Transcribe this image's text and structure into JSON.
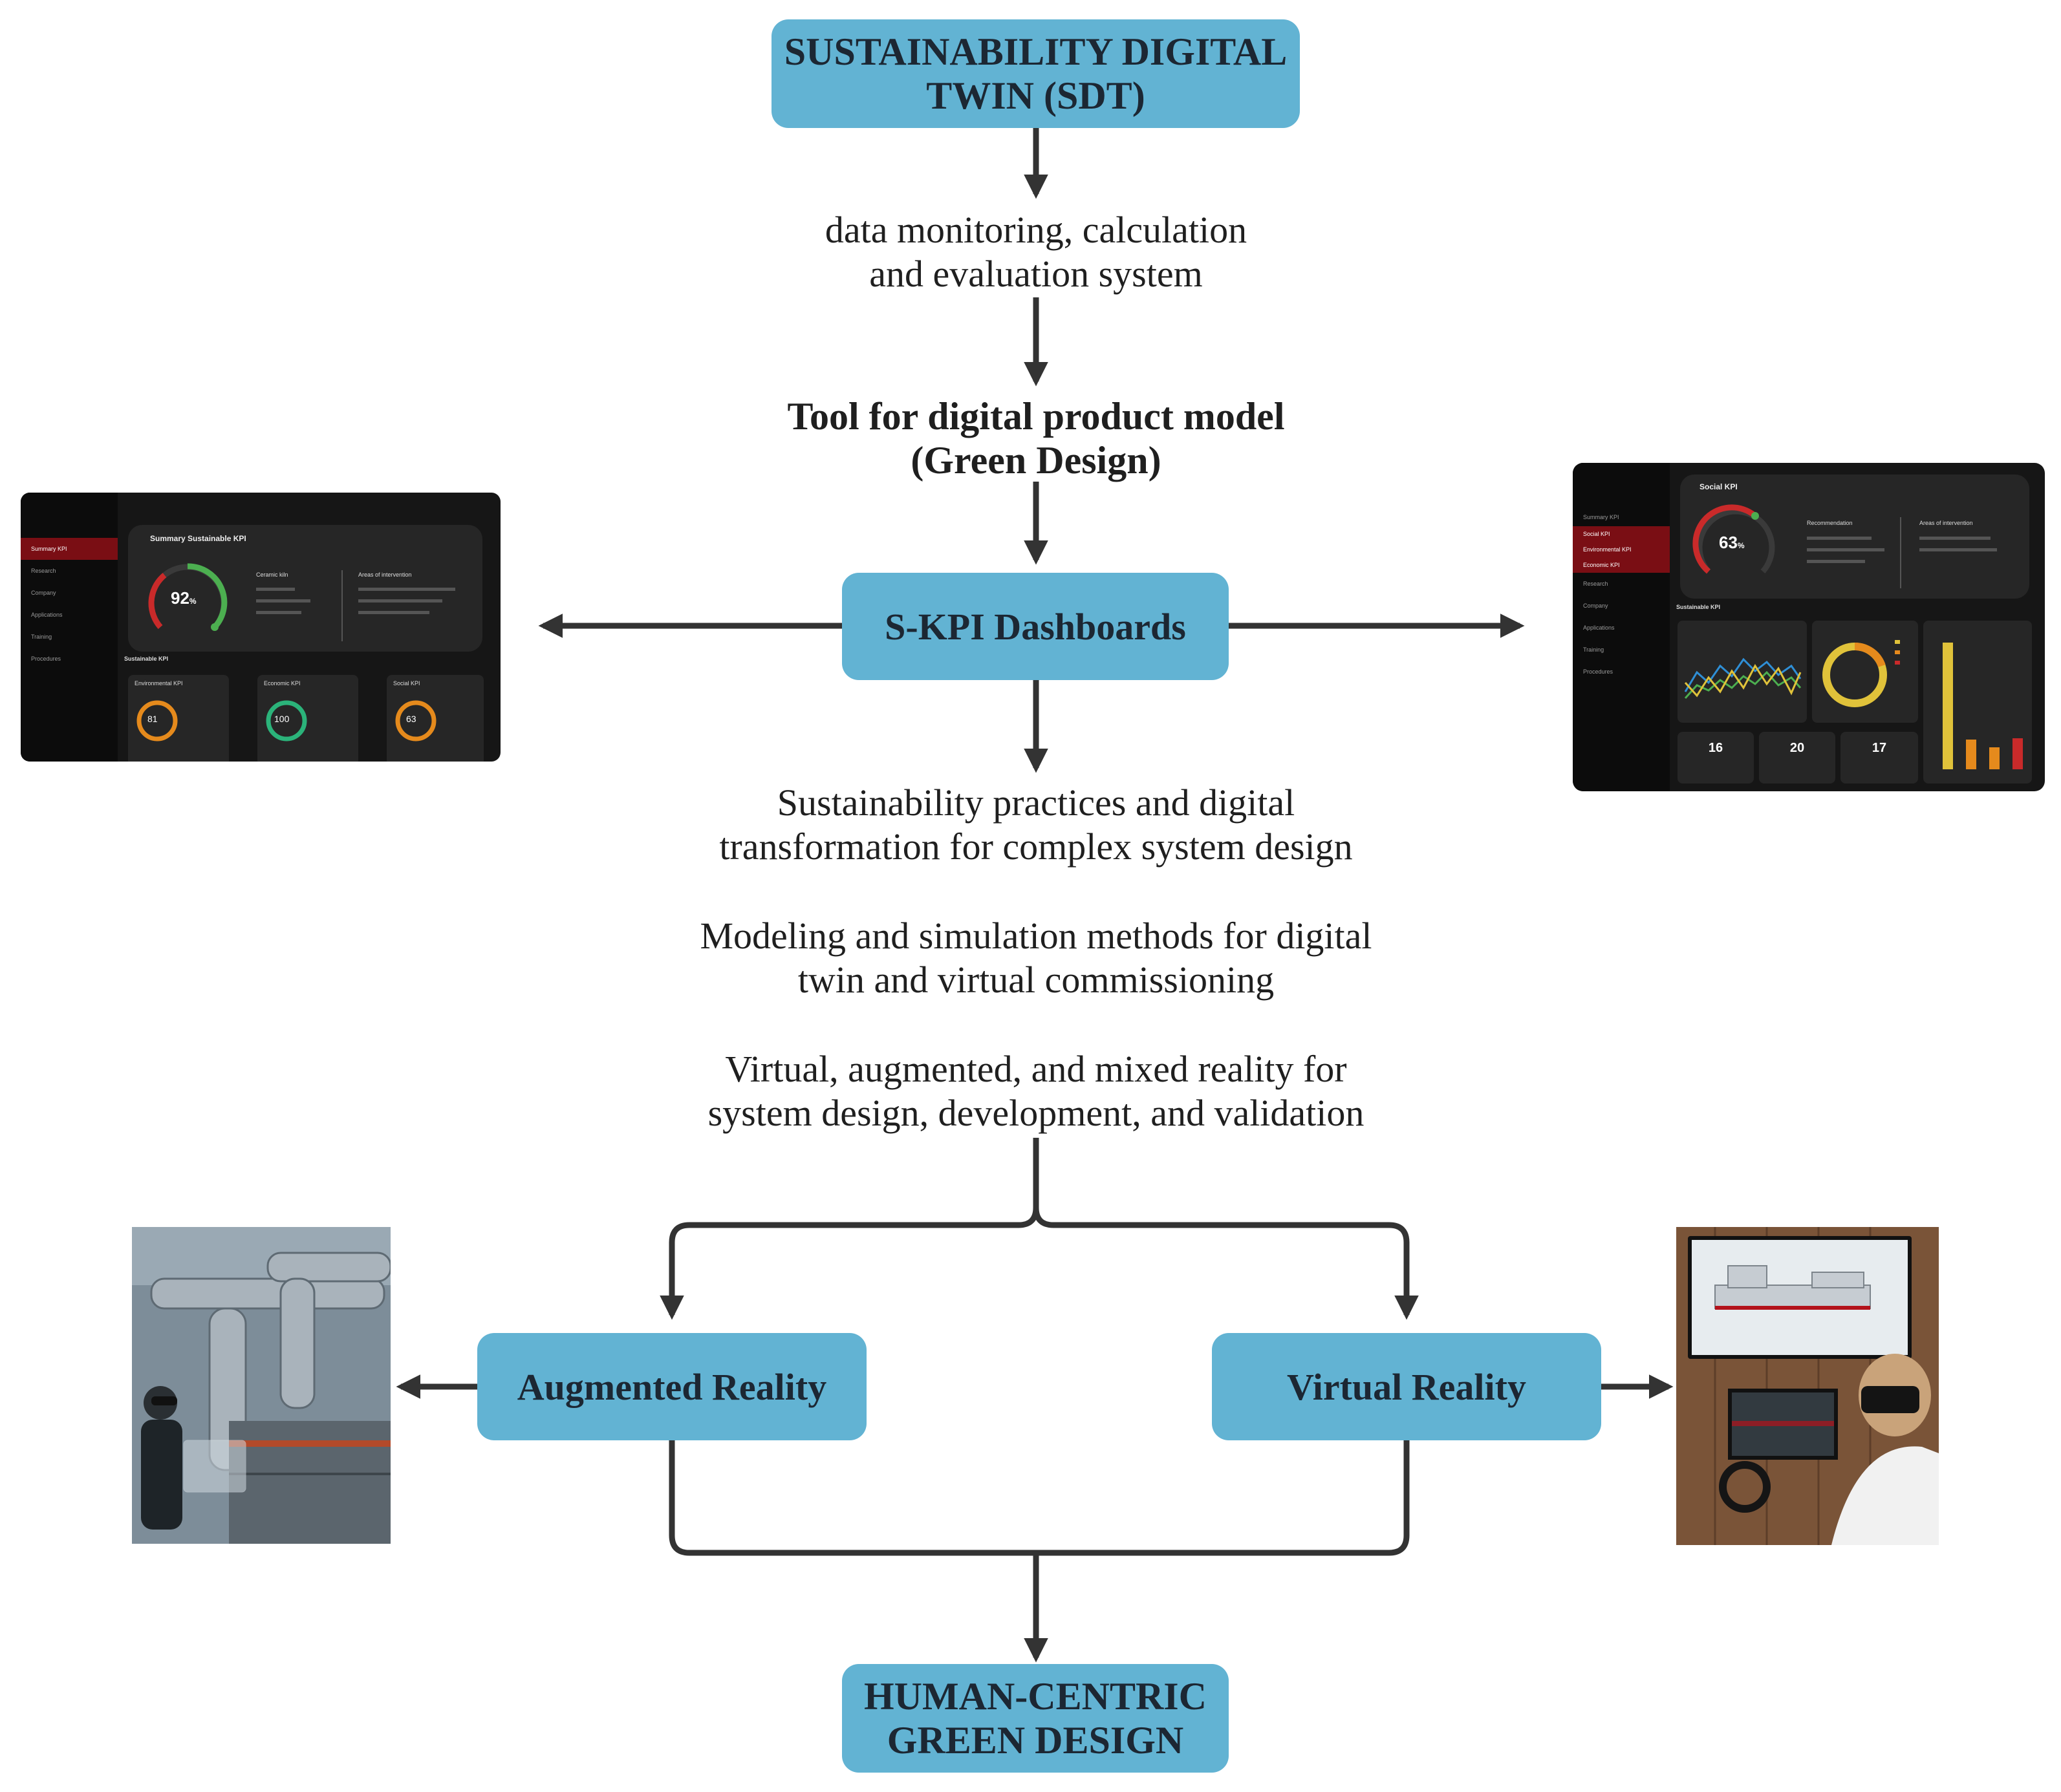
{
  "nodes": {
    "sdt": [
      "SUSTAINABILITY DIGITAL",
      "TWIN (SDT)"
    ],
    "dashboards": "S-KPI Dashboards",
    "ar": "Augmented Reality",
    "vr": "Virtual Reality",
    "hcgd": [
      "HUMAN-CENTRIC",
      "GREEN DESIGN"
    ]
  },
  "captions": {
    "monitoring": [
      "data monitoring, calculation",
      "and evaluation system"
    ],
    "tool": [
      "Tool for digital product model",
      "(Green Design)"
    ],
    "practices": [
      "Sustainability practices and digital",
      "transformation for complex system design"
    ],
    "modeling": [
      "Modeling and simulation methods for digital",
      "twin and virtual commissioning"
    ],
    "xr": [
      "Virtual, augmented, and mixed reality for",
      "system design, development, and validation"
    ]
  },
  "left_dashboard": {
    "menu": [
      "Summary KPI",
      "Research",
      "Company",
      "Applications",
      "Training",
      "Procedures"
    ],
    "panel_title": "Summary Sustainable KPI",
    "gauge_value": "92",
    "gauge_unit": "%",
    "col1_title": "Ceramic kiln",
    "col2_title": "Areas of intervention",
    "section_title": "Sustainable KPI",
    "cards": [
      {
        "title": "Environmental KPI",
        "value": "81",
        "color": "#e58a1c"
      },
      {
        "title": "Economic KPI",
        "value": "100",
        "color": "#2bb37a"
      },
      {
        "title": "Social KPI",
        "value": "63",
        "color": "#e58a1c"
      }
    ]
  },
  "right_dashboard": {
    "menu": [
      "Summary KPI",
      "Social KPI",
      "Environmental KPI",
      "Economic KPI",
      "Research",
      "Company",
      "Applications",
      "Training",
      "Procedures"
    ],
    "panel_title": "Social KPI",
    "gauge_value": "63",
    "gauge_unit": "%",
    "col1_title": "Recommendation",
    "col2_title": "Areas of intervention",
    "section_title": "Sustainable KPI",
    "tiles": [
      "16",
      "20",
      "17"
    ]
  },
  "colors": {
    "box": "#62b3d3",
    "arrow": "#3a3a3a",
    "accent_red": "#b3121b"
  }
}
